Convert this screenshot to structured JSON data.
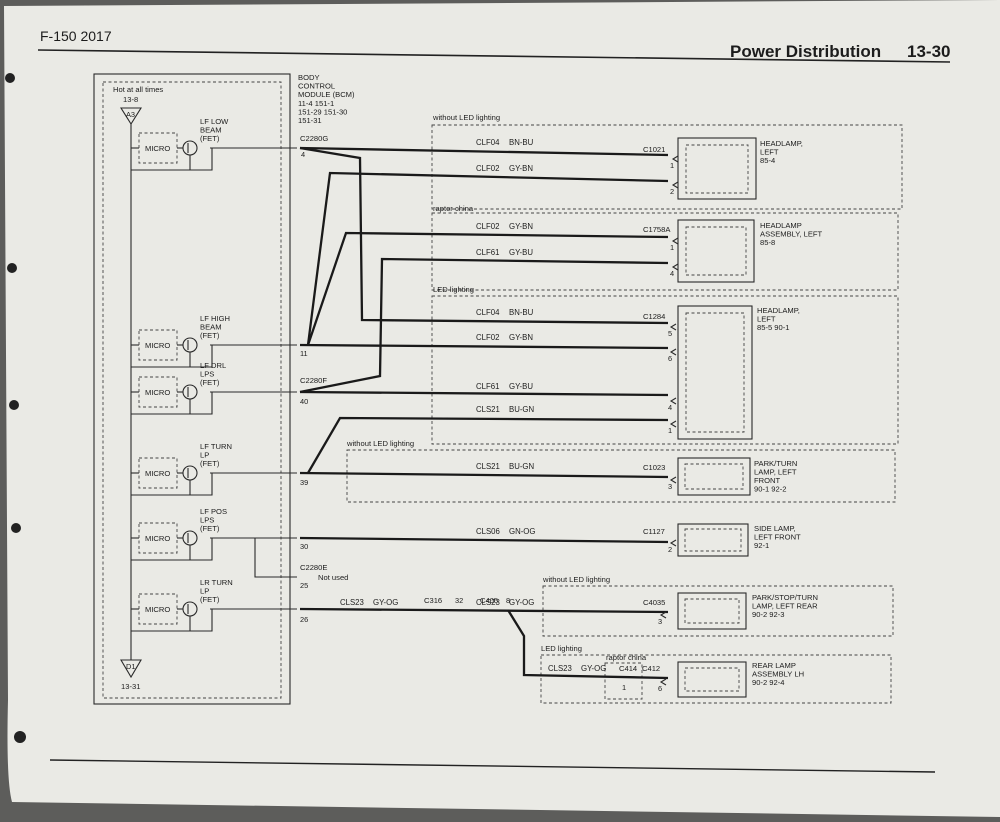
{
  "page": {
    "header_left": "F-150 2017",
    "header_title": "Power Distribution",
    "header_page": "13-30"
  },
  "bcm": {
    "title_lines": [
      "BODY",
      "CONTROL",
      "MODULE (BCM)",
      "11-4    151-1",
      "151-29   151-30",
      "151-31"
    ],
    "hot_label": "Hot at all times",
    "top_ref": "13-8",
    "top_pin": "A3",
    "bottom_pin": "D1",
    "bottom_ref": "13-31",
    "drivers": [
      {
        "id": "lf-low-beam",
        "micro": "MICRO",
        "label_lines": [
          "LF LOW",
          "BEAM",
          "(FET)"
        ]
      },
      {
        "id": "lf-high-beam",
        "micro": "MICRO",
        "label_lines": [
          "LF HIGH",
          "BEAM",
          "(FET)"
        ]
      },
      {
        "id": "lf-drl",
        "micro": "MICRO",
        "label_lines": [
          "LF DRL",
          "LPS",
          "(FET)"
        ]
      },
      {
        "id": "lf-turn",
        "micro": "MICRO",
        "label_lines": [
          "LF TURN",
          "LP",
          "(FET)"
        ]
      },
      {
        "id": "lf-pos",
        "micro": "MICRO",
        "label_lines": [
          "LF POS",
          "LPS",
          "(FET)"
        ]
      },
      {
        "id": "lr-turn",
        "micro": "MICRO",
        "label_lines": [
          "LR TURN",
          "LP",
          "(FET)"
        ]
      }
    ],
    "connectors": {
      "c2280g": "C2280G",
      "c2280f": "C2280F",
      "c2280e": "C2280E",
      "not_used": "Not used"
    },
    "pins": [
      "4",
      "11",
      "40",
      "39",
      "30",
      "25",
      "26"
    ]
  },
  "variants": {
    "without_led_top": "without LED lighting",
    "raptor_top": "raptor china",
    "led_mid": "LED lighting",
    "without_led_park": "without LED lighting",
    "without_led_rear": "without LED lighting",
    "led_rear": "LED lighting",
    "raptor_rear": "raptor china"
  },
  "wires": [
    {
      "id": "w1",
      "circuit": "CLF04",
      "color": "BN-BU",
      "conn": "C1021",
      "pin": "1"
    },
    {
      "id": "w2",
      "circuit": "CLF02",
      "color": "GY-BN",
      "conn": "",
      "pin": "2"
    },
    {
      "id": "w3",
      "circuit": "CLF02",
      "color": "GY-BN",
      "conn": "C1758A",
      "pin": "1"
    },
    {
      "id": "w4",
      "circuit": "CLF61",
      "color": "GY-BU",
      "conn": "",
      "pin": "4"
    },
    {
      "id": "w5",
      "circuit": "CLF04",
      "color": "BN-BU",
      "conn": "C1284",
      "pin": "5"
    },
    {
      "id": "w6",
      "circuit": "CLF02",
      "color": "GY-BN",
      "conn": "",
      "pin": "6"
    },
    {
      "id": "w7",
      "circuit": "CLF61",
      "color": "GY-BU",
      "conn": "",
      "pin": "4"
    },
    {
      "id": "w8",
      "circuit": "CLS21",
      "color": "BU-GN",
      "conn": "",
      "pin": "1"
    },
    {
      "id": "w9",
      "circuit": "CLS21",
      "color": "BU-GN",
      "conn": "C1023",
      "pin": "3"
    },
    {
      "id": "w10",
      "circuit": "CLS06",
      "color": "GN-OG",
      "conn": "C1127",
      "pin": "2"
    },
    {
      "id": "w11",
      "circuit": "CLS23",
      "color": "GY-OG",
      "conn": "",
      "pin": ""
    },
    {
      "id": "w12",
      "circuit": "CLS23",
      "color": "GY-OG",
      "conn": "C4035",
      "pin": "3"
    },
    {
      "id": "w13",
      "circuit": "CLS23",
      "color": "GY-OG",
      "conn": "",
      "pin": "6"
    }
  ],
  "inline": {
    "c316": "C316",
    "c316_pin": "32",
    "c405": "C405",
    "c405_pin": "8",
    "c414": "C414",
    "c414_pin": "1",
    "c412": "C412"
  },
  "components": [
    {
      "id": "headlamp-left-1",
      "lines": [
        "HEADLAMP,",
        "LEFT",
        "85-4"
      ]
    },
    {
      "id": "headlamp-assy-left",
      "lines": [
        "HEADLAMP",
        "ASSEMBLY, LEFT",
        "85-8"
      ]
    },
    {
      "id": "headlamp-left-2",
      "lines": [
        "HEADLAMP,",
        "LEFT",
        "85-5    90-1"
      ]
    },
    {
      "id": "park-turn-front",
      "lines": [
        "PARK/TURN",
        "LAMP, LEFT",
        "FRONT",
        "90-1    92-2"
      ]
    },
    {
      "id": "side-lamp-front",
      "lines": [
        "SIDE LAMP,",
        "LEFT FRONT",
        "92-1"
      ]
    },
    {
      "id": "park-stop-turn-rear",
      "lines": [
        "PARK/STOP/TURN",
        "LAMP, LEFT REAR",
        "90-2    92-3"
      ]
    },
    {
      "id": "rear-lamp-assy",
      "lines": [
        "REAR LAMP",
        "ASSEMBLY LH",
        "90-2    92-4"
      ]
    }
  ]
}
